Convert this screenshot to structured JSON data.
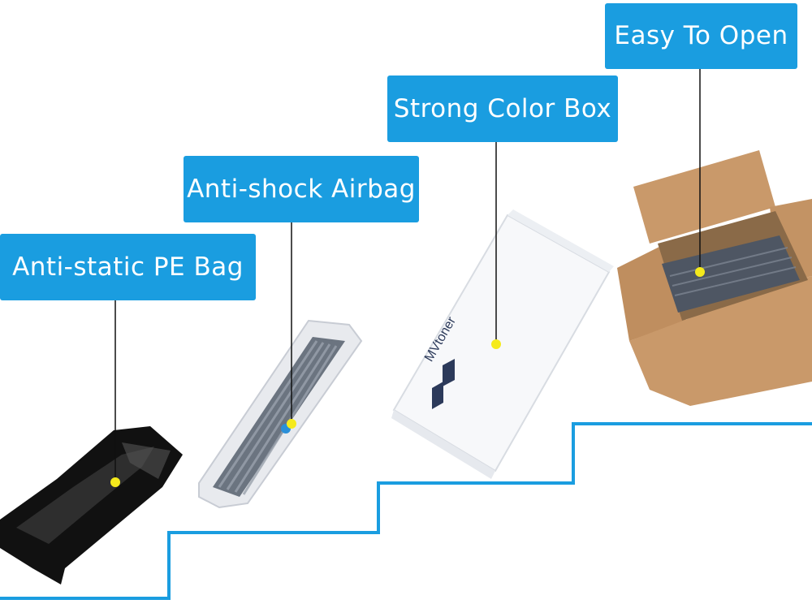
{
  "labels": {
    "pe_bag": "Anti-static PE Bag",
    "airbag": "Anti-shock Airbag",
    "color_box": "Strong Color Box",
    "easy_open": "Easy To Open"
  },
  "box_brand": "MVtoner",
  "colors": {
    "label_bg": "#1a9de0",
    "label_text": "#ffffff",
    "stairs": "#1a9de0",
    "dot": "#f5ea1c",
    "cardboard": "#c9996a"
  }
}
